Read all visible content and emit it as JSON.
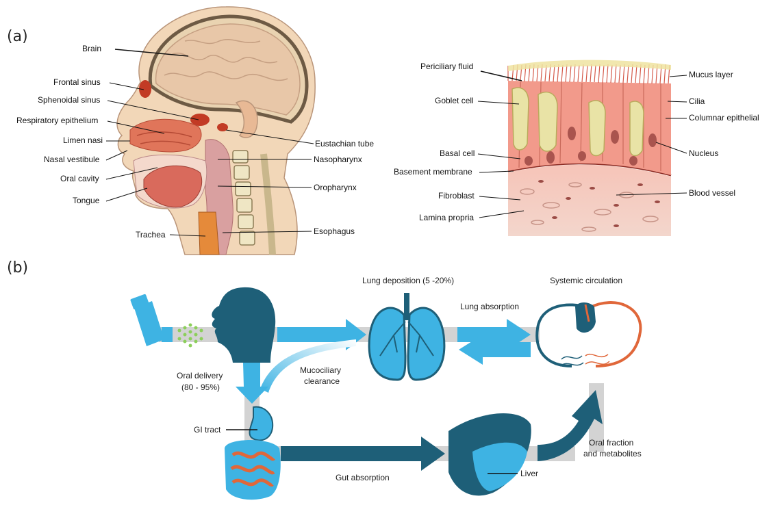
{
  "panels": {
    "a": "(a)",
    "b": "(b)"
  },
  "head_labels": {
    "brain": "Brain",
    "frontal_sinus": "Frontal sinus",
    "sphenoidal_sinus": "Sphenoidal sinus",
    "respiratory_epithelium": "Respiratory epithelium",
    "limen_nasi": "Limen nasi",
    "nasal_vestibule": "Nasal vestibule",
    "oral_cavity": "Oral cavity",
    "tongue": "Tongue",
    "trachea": "Trachea",
    "eustachian_tube": "Eustachian tube",
    "nasopharynx": "Nasopharynx",
    "oropharynx": "Oropharynx",
    "esophagus": "Esophagus"
  },
  "epithelium_labels": {
    "periciliary_fluid": "Periciliary fluid",
    "goblet_cell": "Goblet cell",
    "basal_cell": "Basal cell",
    "basement_membrane": "Basement membrane",
    "fibroblast": "Fibroblast",
    "lamina_propria": "Lamina propria",
    "mucus_layer": "Mucus layer",
    "cilia": "Cilia",
    "columnar_epithelial": "Columnar epithelial",
    "nucleus": "Nucleus",
    "blood_vessel": "Blood vessel"
  },
  "pathway_labels": {
    "lung_deposition": "Lung deposition (5 -20%)",
    "systemic_circulation": "Systemic circulation",
    "lung_absorption": "Lung absorption",
    "oral_delivery_1": "Oral delivery",
    "oral_delivery_2": "(80 - 95%)",
    "mucociliary_1": "Mucociliary",
    "mucociliary_2": "clearance",
    "gi_tract": "GI tract",
    "gut_absorption": "Gut absorption",
    "liver": "Liver",
    "oral_fraction_1": "Oral fraction",
    "oral_fraction_2": "and metabolites"
  },
  "colors": {
    "dark_teal": "#1e5f78",
    "light_blue": "#3eb3e3",
    "gray_path": "#d3d3d3",
    "artery_red": "#e0673a",
    "tissue_pink": "#f1a79c",
    "skin": "#f2d7b8"
  }
}
